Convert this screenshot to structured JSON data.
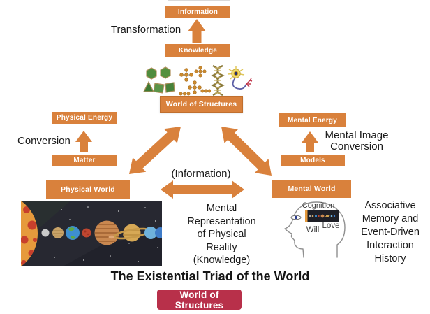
{
  "boxes": {
    "information": "Information",
    "knowledge": "Knowledge",
    "world_of_structures": "World of Structures",
    "physical_energy": "Physical Energy",
    "matter": "Matter",
    "physical_world": "Physical World",
    "mental_energy": "Mental Energy",
    "models": "Models",
    "mental_world": "Mental World"
  },
  "labels": {
    "transformation": "Transformation",
    "conversion": "Conversion",
    "mental_image_conversion": [
      "Mental Image",
      "Conversion"
    ],
    "information_link": "(Information)",
    "mental_representation": [
      "Mental",
      "Representation",
      "of Physical",
      "Reality",
      "(Knowledge)"
    ],
    "associative_memory": [
      "Associative",
      "Memory and",
      "Event-Driven",
      "Interaction",
      "History"
    ]
  },
  "head": {
    "cognition": "Cognition",
    "will": "Will",
    "love": "Love"
  },
  "icons": {
    "structures": [
      "crystals-icon",
      "molecules-icon",
      "dna-icon",
      "neuron-icon"
    ],
    "images": [
      "solar-system-illustration",
      "head-profile-illustration"
    ]
  },
  "title": "The Existential Triad of the World",
  "button_label": "World of Structures",
  "colors": {
    "orange": "#D9813C",
    "button_red": "#B8304A"
  }
}
